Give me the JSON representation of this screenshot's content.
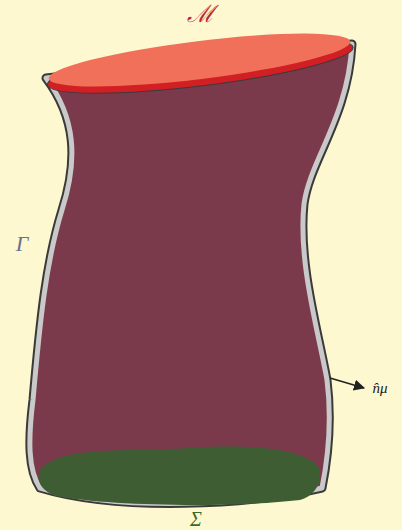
{
  "diagram": {
    "labels": [
      "ℳ",
      "Γ",
      "n̂μ",
      "Σ"
    ]
  }
}
